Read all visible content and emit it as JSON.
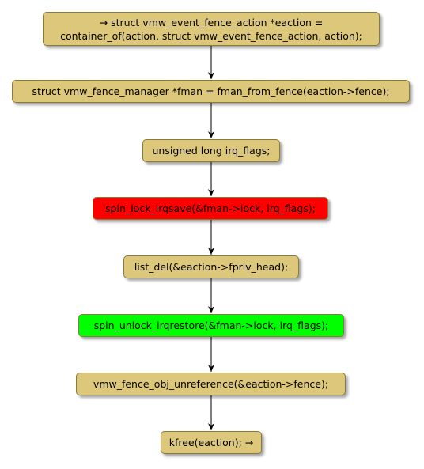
{
  "colors": {
    "default_fill": "#ddc77a",
    "lock_fill": "#ff0000",
    "unlock_fill": "#00ff00",
    "arrow": "#000000"
  },
  "nodes": [
    {
      "id": "n1",
      "lines": [
        "→ struct vmw_event_fence_action *eaction =",
        "container_of(action, struct vmw_event_fence_action, action);"
      ],
      "fill": "#ddc77a"
    },
    {
      "id": "n2",
      "lines": [
        "struct vmw_fence_manager *fman = fman_from_fence(eaction->fence);"
      ],
      "fill": "#ddc77a"
    },
    {
      "id": "n3",
      "lines": [
        "unsigned long irq_flags;"
      ],
      "fill": "#ddc77a"
    },
    {
      "id": "n4",
      "lines": [
        "spin_lock_irqsave(&fman->lock, irq_flags);"
      ],
      "fill": "#ff0000"
    },
    {
      "id": "n5",
      "lines": [
        "list_del(&eaction->fpriv_head);"
      ],
      "fill": "#ddc77a"
    },
    {
      "id": "n6",
      "lines": [
        "spin_unlock_irqrestore(&fman->lock, irq_flags);"
      ],
      "fill": "#00ff00"
    },
    {
      "id": "n7",
      "lines": [
        "vmw_fence_obj_unreference(&eaction->fence);"
      ],
      "fill": "#ddc77a"
    },
    {
      "id": "n8",
      "lines": [
        "kfree(eaction); →"
      ],
      "fill": "#ddc77a"
    }
  ]
}
